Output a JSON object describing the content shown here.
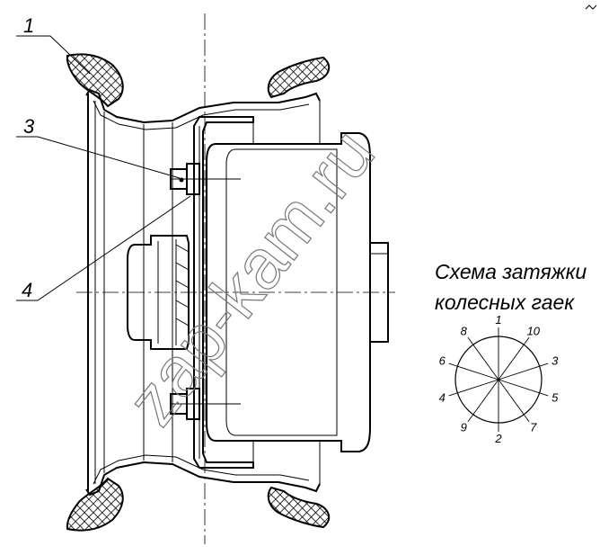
{
  "callouts": {
    "label_1": "1",
    "label_3": "3",
    "label_4": "4"
  },
  "schema": {
    "title_line1": "Схема затяжки",
    "title_line2": "колесных гаек",
    "bolts": [
      {
        "label": "1",
        "angle_deg": 90
      },
      {
        "label": "10",
        "angle_deg": 54
      },
      {
        "label": "3",
        "angle_deg": 18
      },
      {
        "label": "5",
        "angle_deg": -18
      },
      {
        "label": "7",
        "angle_deg": -54
      },
      {
        "label": "2",
        "angle_deg": -90
      },
      {
        "label": "9",
        "angle_deg": -126
      },
      {
        "label": "4",
        "angle_deg": -162
      },
      {
        "label": "6",
        "angle_deg": 162
      },
      {
        "label": "8",
        "angle_deg": 126
      }
    ]
  },
  "watermark": "zap-kam.ru"
}
